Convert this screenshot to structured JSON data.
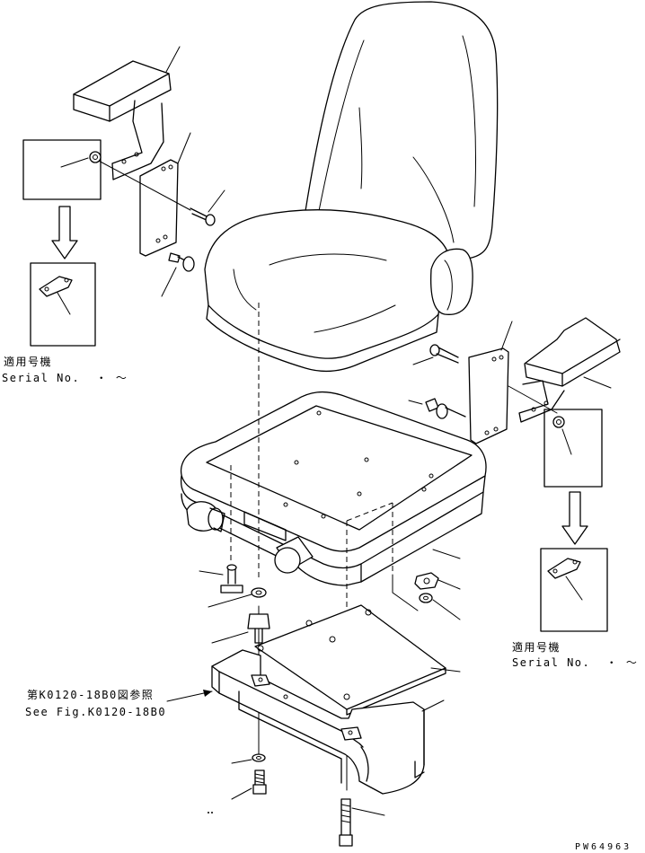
{
  "left_note": {
    "line1": "適用号機",
    "line2": "Serial No.  ・ ～"
  },
  "right_note": {
    "line1": "適用号機",
    "line2": "Serial No.  ・ ～"
  },
  "reference": {
    "line1": "第K0120-18B0図参照",
    "line2": "See Fig.K0120-18B0"
  },
  "drawing_code": "PW64963"
}
